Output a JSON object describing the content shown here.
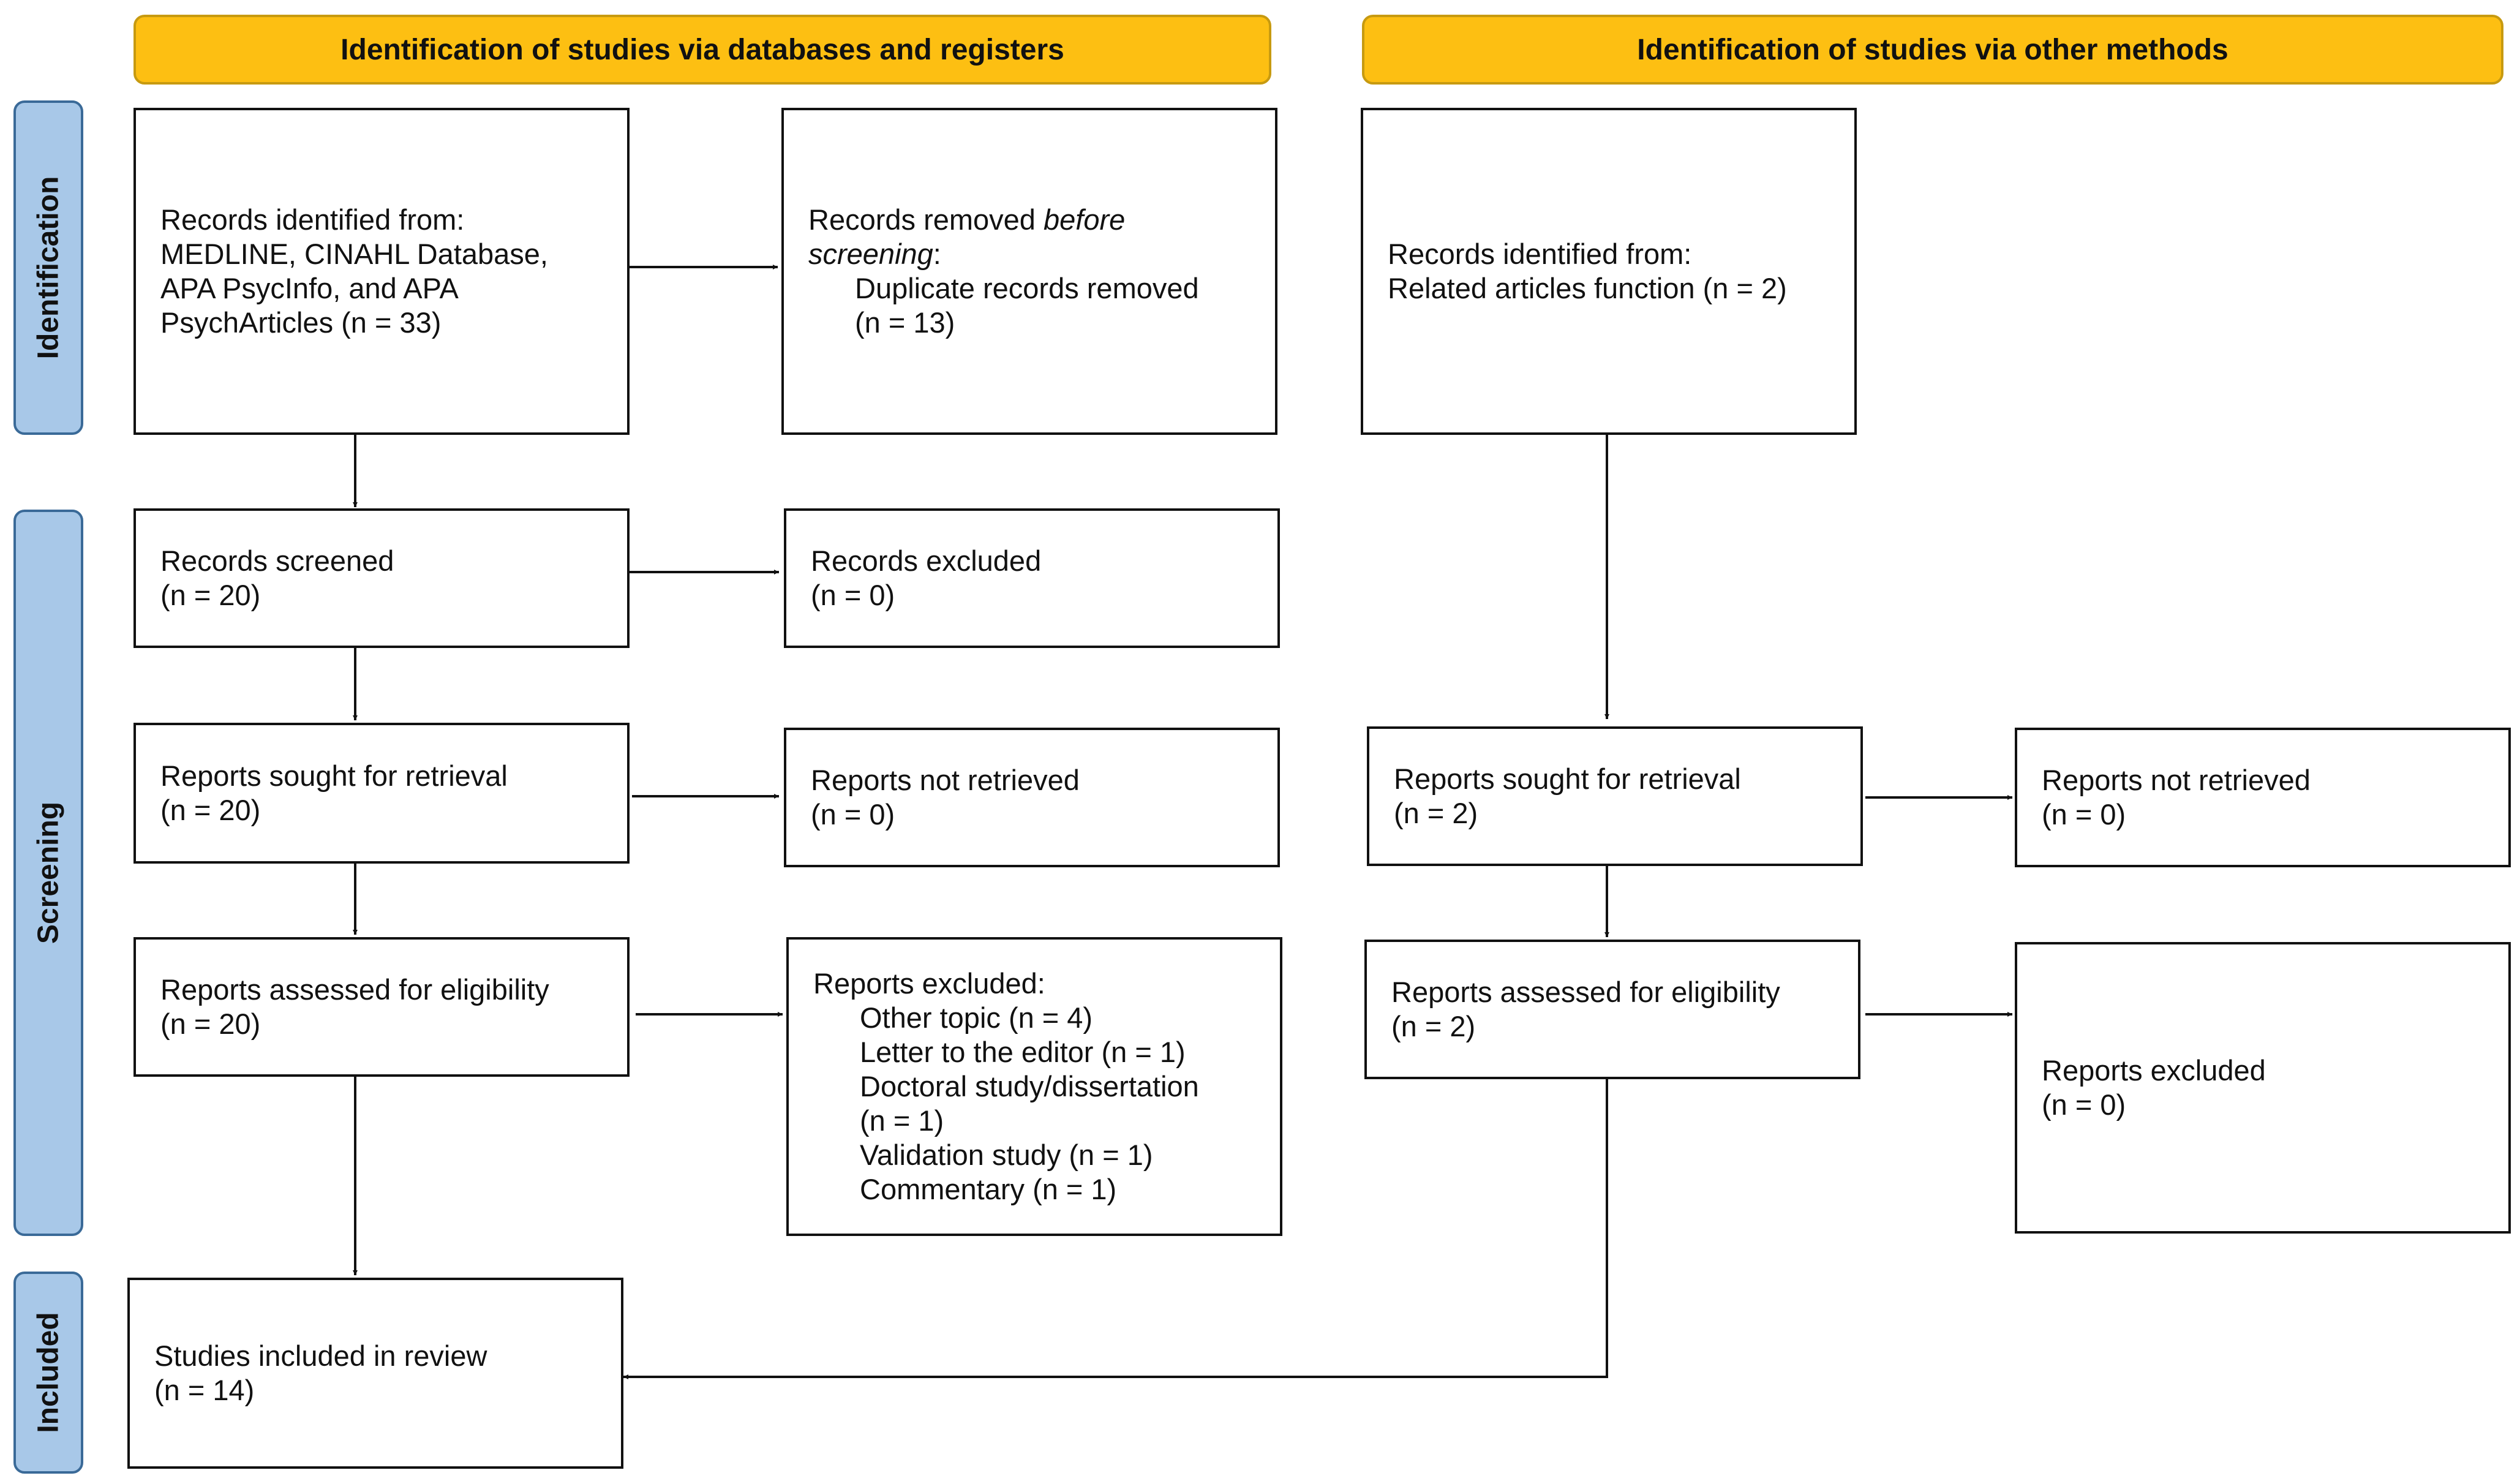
{
  "headers": {
    "databases": "Identification of studies via databases and registers",
    "other": "Identification of studies via other methods"
  },
  "phases": {
    "identification": "Identification",
    "screening": "Screening",
    "included": "Included"
  },
  "db": {
    "identified": [
      "Records identified from:",
      "MEDLINE, CINAHL Database,",
      "APA PsycInfo, and APA",
      "PsychArticles (n = 33)"
    ],
    "removed": {
      "pre": "Records removed ",
      "italic1": "before",
      "italic2": "screening",
      "colon": ":",
      "line3": "Duplicate records removed",
      "line4": "(n = 13)"
    },
    "screened": [
      "Records screened",
      "(n = 20)"
    ],
    "excluded": [
      "Records excluded",
      "(n = 0)"
    ],
    "sought": [
      "Reports sought for retrieval",
      "(n = 20)"
    ],
    "not_retrieved": [
      "Reports not retrieved",
      "(n = 0)"
    ],
    "assessed": [
      "Reports assessed for eligibility",
      "(n = 20)"
    ],
    "reports_excluded": {
      "title": "Reports excluded:",
      "items": [
        "Other topic (n = 4)",
        "Letter to the editor (n = 1)",
        "Doctoral study/dissertation",
        "(n = 1)",
        "Validation study (n = 1)",
        "Commentary (n = 1)"
      ]
    },
    "included": [
      "Studies included in review",
      "(n = 14)"
    ]
  },
  "other": {
    "identified": [
      "Records identified from:",
      "Related articles function (n = 2)"
    ],
    "sought": [
      "Reports sought for retrieval",
      "(n = 2)"
    ],
    "not_retrieved": [
      "Reports not retrieved",
      "(n = 0)"
    ],
    "assessed": [
      "Reports assessed for eligibility",
      "(n = 2)"
    ],
    "excluded": [
      "Reports excluded",
      "(n = 0)"
    ]
  },
  "colors": {
    "header_fill": "#fdbf12",
    "phase_fill": "#a8c8e8",
    "line": "#111111"
  }
}
